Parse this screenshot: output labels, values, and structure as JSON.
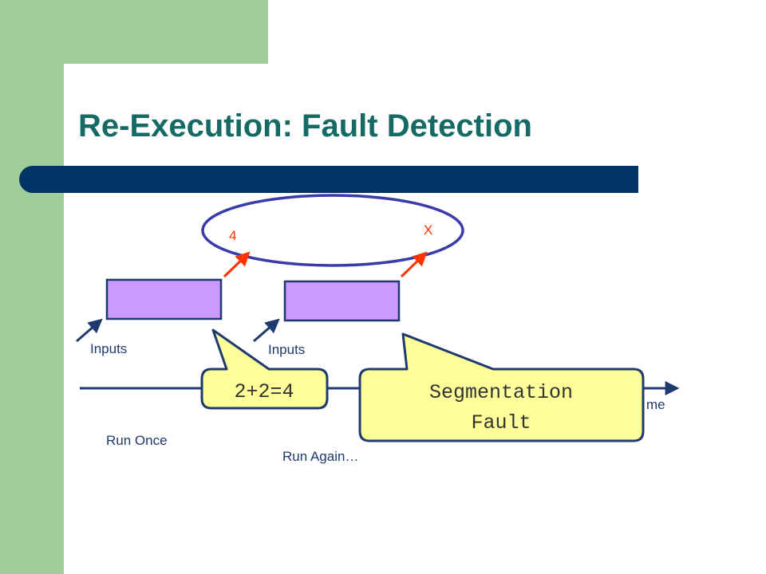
{
  "slide": {
    "title": "Re-Execution: Fault Detection",
    "colors": {
      "sidebar": "#9fcd98",
      "title": "#156a66",
      "rule": "#003366",
      "box": "#cc99ff",
      "arrow_output": "#ff3300",
      "callout": "#ffff99"
    }
  },
  "diagram": {
    "output_first": "4",
    "output_second": "X",
    "inputs_first": "Inputs",
    "inputs_second": "Inputs",
    "run_once": "Run Once",
    "run_again": "Run Again…",
    "time_axis_label": "me",
    "callout_first": "2+2=4",
    "callout_second_line1": "Segmentation",
    "callout_second_line2": "Fault"
  }
}
